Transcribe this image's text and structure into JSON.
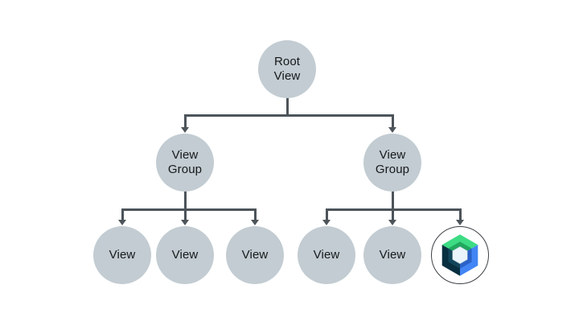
{
  "diagram": {
    "colors": {
      "background": "#ffffff",
      "node_fill": "#c2ccd2",
      "connector": "#4d545a",
      "text": "#17191b",
      "logo_ring": "#3d4246"
    },
    "nodes": {
      "root": {
        "line1": "Root",
        "line2": "View"
      },
      "group_left": {
        "line1": "View",
        "line2": "Group"
      },
      "group_right": {
        "line1": "View",
        "line2": "Group"
      },
      "view_1": {
        "line1": "View"
      },
      "view_2": {
        "line1": "View"
      },
      "view_3": {
        "line1": "View"
      },
      "view_4": {
        "line1": "View"
      },
      "view_5": {
        "line1": "View"
      },
      "compose": {
        "icon": "jetpack-compose-logo"
      }
    },
    "compose_logo": {
      "green_light": "#3ddc84",
      "green_dark": "#21a85f",
      "blue_light": "#4285f4",
      "blue_dark": "#2b62c9",
      "navy_dark": "#082f3f",
      "navy_mid": "#12455a",
      "hex_fill": "#eaf4fb",
      "hex_stroke": "#a9c1ce"
    }
  }
}
